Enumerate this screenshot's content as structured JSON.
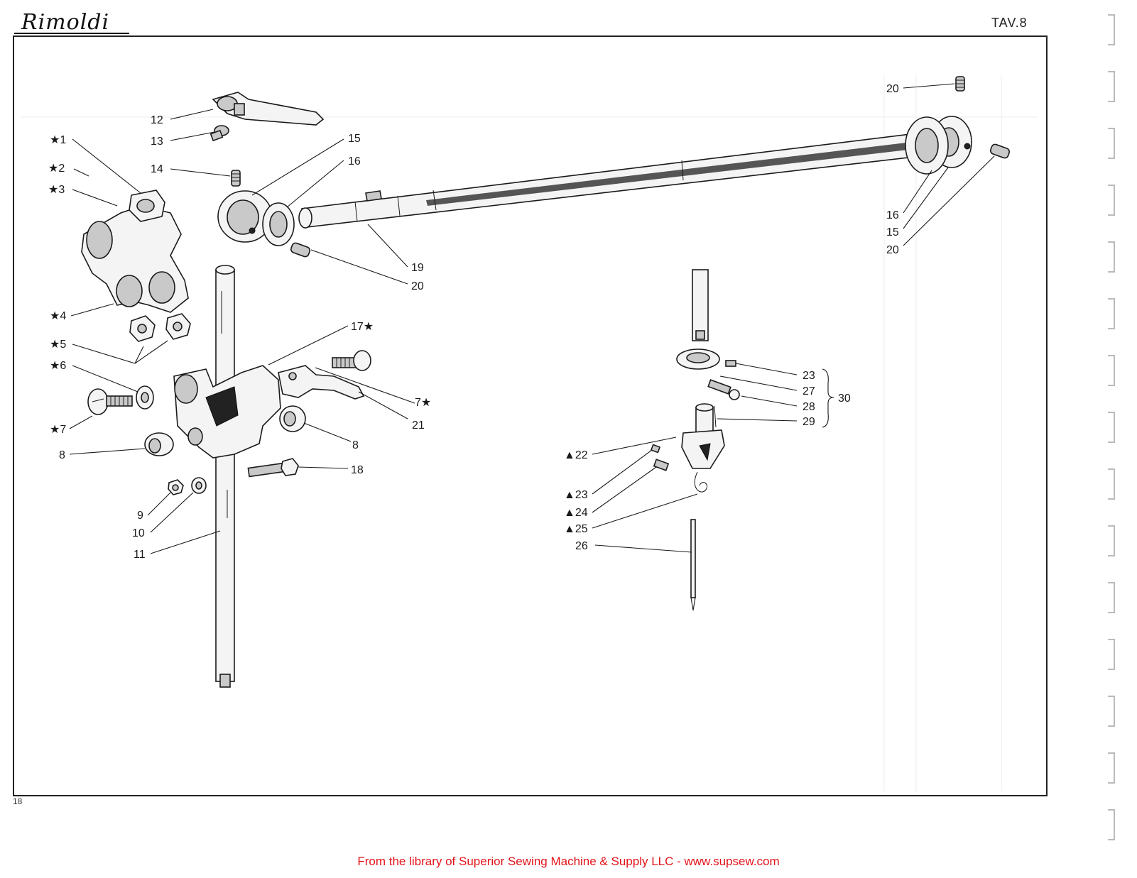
{
  "header": {
    "brand": "Rimoldi",
    "table_id": "TAV.8"
  },
  "page_number": "18",
  "footer": {
    "text": "From the library of Superior Sewing Machine & Supply LLC - www.supsew.com"
  },
  "callouts": {
    "c1": "★1",
    "c2": "★2",
    "c3": "★3",
    "c4": "★4",
    "c5": "★5",
    "c6": "★6",
    "c7": "★7",
    "c7b": "7★",
    "c8a": "8",
    "c8b": "8",
    "c9": "9",
    "c10": "10",
    "c11": "11",
    "c12": "12",
    "c13": "13",
    "c14": "14",
    "c15a": "15",
    "c16a": "16",
    "c17": "17★",
    "c18": "18",
    "c19": "19",
    "c20a": "20",
    "c20b": "20",
    "c16b": "16",
    "c15b": "15",
    "c20c": "20",
    "c21": "21",
    "c22": "▲22",
    "c23a": "23",
    "c23b": "▲23",
    "c24": "▲24",
    "c25": "▲25",
    "c26": "26",
    "c27": "27",
    "c28": "28",
    "c29": "29",
    "c30": "30"
  },
  "icons": {
    "brace": "right-curly-brace",
    "star": "star-mark",
    "triangle": "triangle-mark"
  },
  "colors": {
    "ink": "#1a1a1a",
    "footer": "#e3131a",
    "frame": "#222222"
  }
}
